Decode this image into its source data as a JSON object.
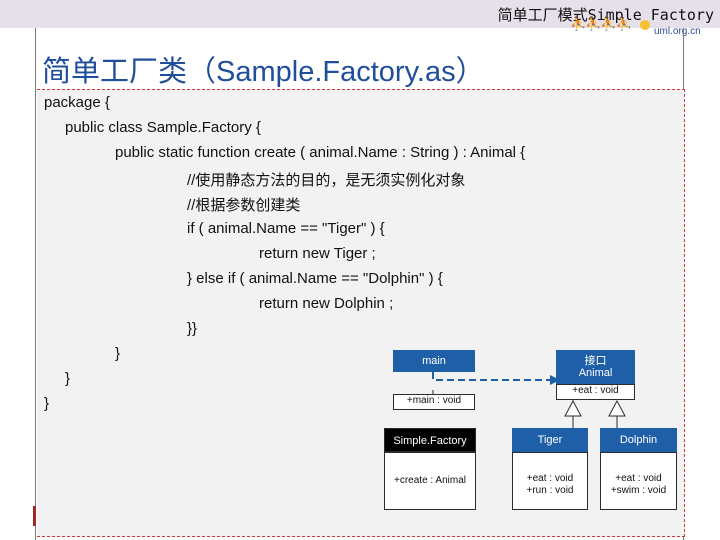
{
  "header": {
    "title": "简单工厂模式Simple Factory"
  },
  "logo": {
    "site": "uml.org.cn"
  },
  "slide": {
    "title": "简单工厂类（Sample.Factory.as）"
  },
  "code": {
    "lines": [
      "package {",
      "public class Sample.Factory {",
      "public static function create ( animal.Name : String ) : Animal {",
      "//使用静态方法的目的，是无须实例化对象",
      "//根据参数创建类",
      "if ( animal.Name == \"Tiger\" ) {",
      "return new Tiger ;",
      "} else if ( animal.Name == \"Dolphin\" ) {",
      "return new Dolphin ;",
      "}}",
      "}",
      "}",
      "}"
    ]
  },
  "uml": {
    "main": {
      "name": "main",
      "method": "+main : void"
    },
    "animal": {
      "stereotype": "接口",
      "name": "Animal",
      "method": "+eat : void"
    },
    "factory": {
      "name": "Simple.Factory",
      "method": "+create : Animal"
    },
    "tiger": {
      "name": "Tiger",
      "method1": "+eat : void",
      "method2": "+run : void"
    },
    "dolphin": {
      "name": "Dolphin",
      "method1": "+eat : void",
      "method2": "+swim : void"
    }
  },
  "colors": {
    "accent": "#1f5fa8",
    "title": "#1f4e9a",
    "border": "#d23a3a"
  }
}
